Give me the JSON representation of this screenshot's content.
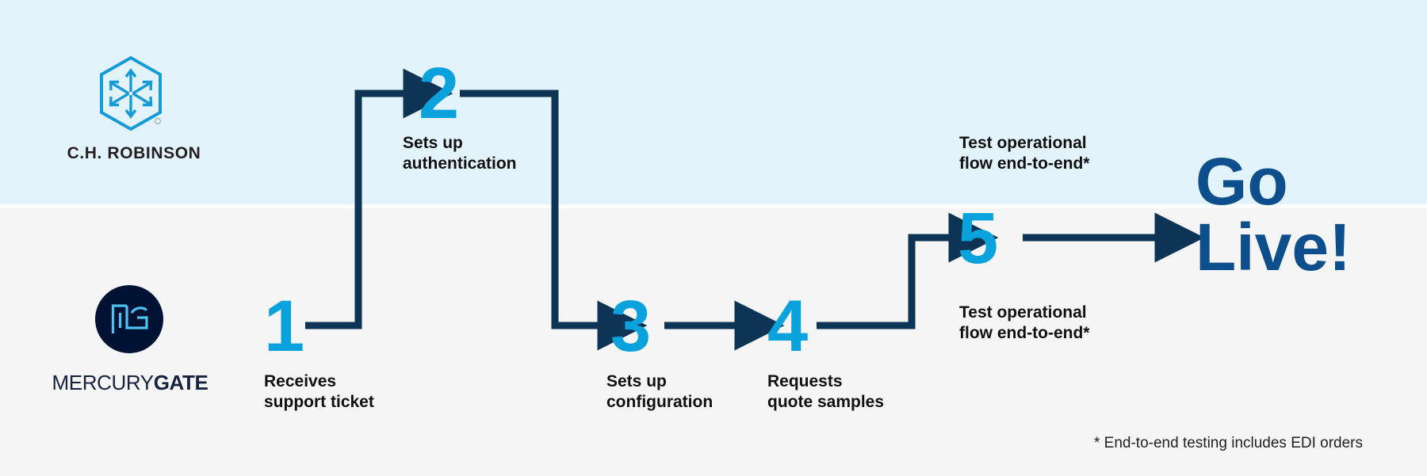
{
  "diagram": {
    "title_note": "Onboarding process flow",
    "colors": {
      "band_top": "#e3f3fb",
      "band_bottom": "#f5f5f5",
      "step_number": "#0aa2dd",
      "connector": "#0d3454",
      "go_live": "#0d4e8c",
      "mg_circle": "#001233",
      "mg_mark": "#4cc3ef",
      "chr_logo": "#179bd7",
      "label_text": "#111111"
    }
  },
  "lanes": {
    "top": {
      "brand": {
        "logo_icon": "chr-hexagon-arrows-logo",
        "wordmark": "C.H. ROBINSON"
      }
    },
    "bottom": {
      "brand": {
        "logo_icon": "mercurygate-mg-monogram",
        "wordmark_light": "MERCURY",
        "wordmark_bold": "GATE"
      }
    }
  },
  "steps": [
    {
      "number": "1",
      "label": "Receives\nsupport ticket",
      "lane": "bottom"
    },
    {
      "number": "2",
      "label": "Sets up\nauthentication",
      "lane": "top"
    },
    {
      "number": "3",
      "label": "Sets up\nconfiguration",
      "lane": "bottom"
    },
    {
      "number": "4",
      "label": "Requests\nquote samples",
      "lane": "bottom"
    },
    {
      "number": "5",
      "label": "Test operational\nflow end-to-end*",
      "lane": "top"
    }
  ],
  "step5_labels": {
    "above": "Test operational\nflow end-to-end*",
    "below": "Test operational\nflow end-to-end*"
  },
  "outcome": {
    "text": "Go\nLive!"
  },
  "footnote": {
    "text": "* End-to-end testing includes EDI orders"
  }
}
